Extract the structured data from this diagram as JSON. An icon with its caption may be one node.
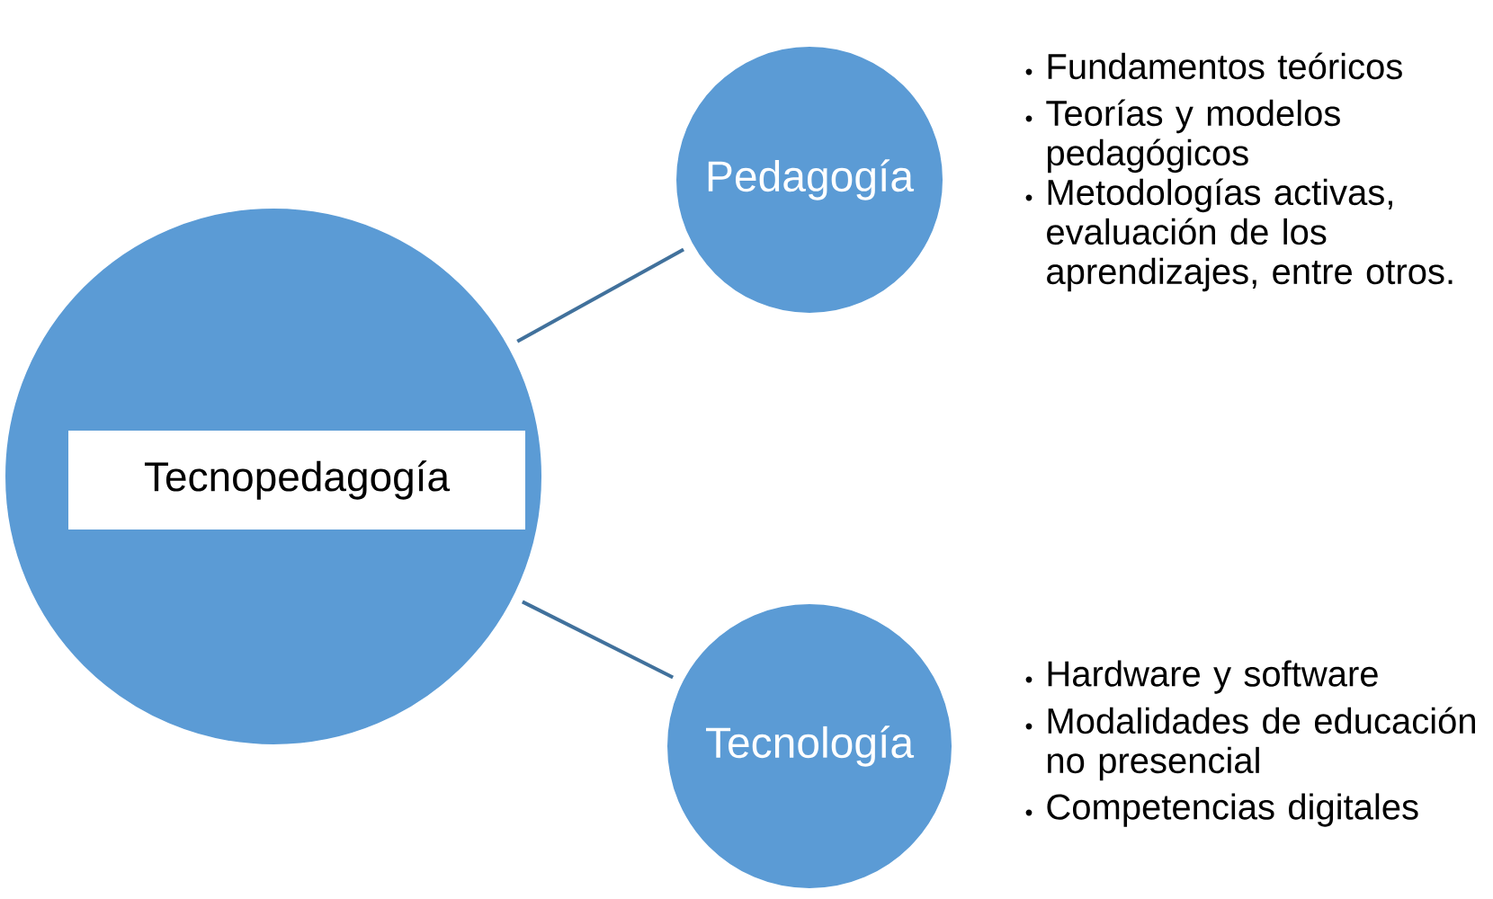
{
  "diagram": {
    "nodes": [
      {
        "text": [],
        "shape": "circle"
      },
      {
        "text": [
          "Tecnopedagogía"
        ],
        "in": 0
      },
      {
        "text": [
          "Pedagogía"
        ],
        "beside": [
          "Fundamentos teóricos",
          "Teorías y modelos pedagógicos",
          "Metodologías activas, evaluación de los aprendizajes, entre otros."
        ]
      },
      {
        "text": [
          "Tecnología"
        ],
        "beside": [
          "Hardware y software",
          "Modalidades de educación no presencial",
          "Competencias digitales"
        ]
      }
    ],
    "edges": [
      {
        "from": 0,
        "to": 2,
        "arrow": "none"
      },
      {
        "from": 0,
        "to": 3,
        "arrow": "none"
      }
    ]
  }
}
